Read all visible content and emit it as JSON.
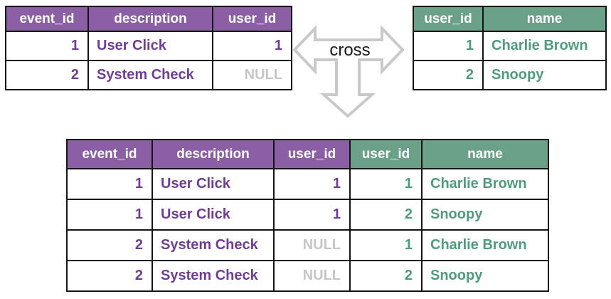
{
  "operator": {
    "label": "cross"
  },
  "colors": {
    "purple-header": "#8B5FA3",
    "purple-text": "#6F3D95",
    "green-header": "#6BA189",
    "green-text": "#4F9B7D",
    "null-gray": "#C6C6C6",
    "border": "#141414",
    "arrow-outline": "#C9C9C9",
    "arrow-label": "#1A1A1A"
  },
  "tables": {
    "events": {
      "columns": [
        {
          "label": "event_id",
          "theme": "purple"
        },
        {
          "label": "description",
          "theme": "purple"
        },
        {
          "label": "user_id",
          "theme": "purple"
        }
      ],
      "rows": [
        [
          "1",
          "User Click",
          "1"
        ],
        [
          "2",
          "System Check",
          "NULL"
        ]
      ]
    },
    "users": {
      "columns": [
        {
          "label": "user_id",
          "theme": "green"
        },
        {
          "label": "name",
          "theme": "green"
        }
      ],
      "rows": [
        [
          "1",
          "Charlie Brown"
        ],
        [
          "2",
          "Snoopy"
        ]
      ]
    },
    "result": {
      "columns": [
        {
          "label": "event_id",
          "theme": "purple"
        },
        {
          "label": "description",
          "theme": "purple"
        },
        {
          "label": "user_id",
          "theme": "purple"
        },
        {
          "label": "user_id",
          "theme": "green"
        },
        {
          "label": "name",
          "theme": "green"
        }
      ],
      "rows": [
        [
          "1",
          "User Click",
          "1",
          "1",
          "Charlie Brown"
        ],
        [
          "1",
          "User Click",
          "1",
          "2",
          "Snoopy"
        ],
        [
          "2",
          "System Check",
          "NULL",
          "1",
          "Charlie Brown"
        ],
        [
          "2",
          "System Check",
          "NULL",
          "2",
          "Snoopy"
        ]
      ]
    }
  }
}
